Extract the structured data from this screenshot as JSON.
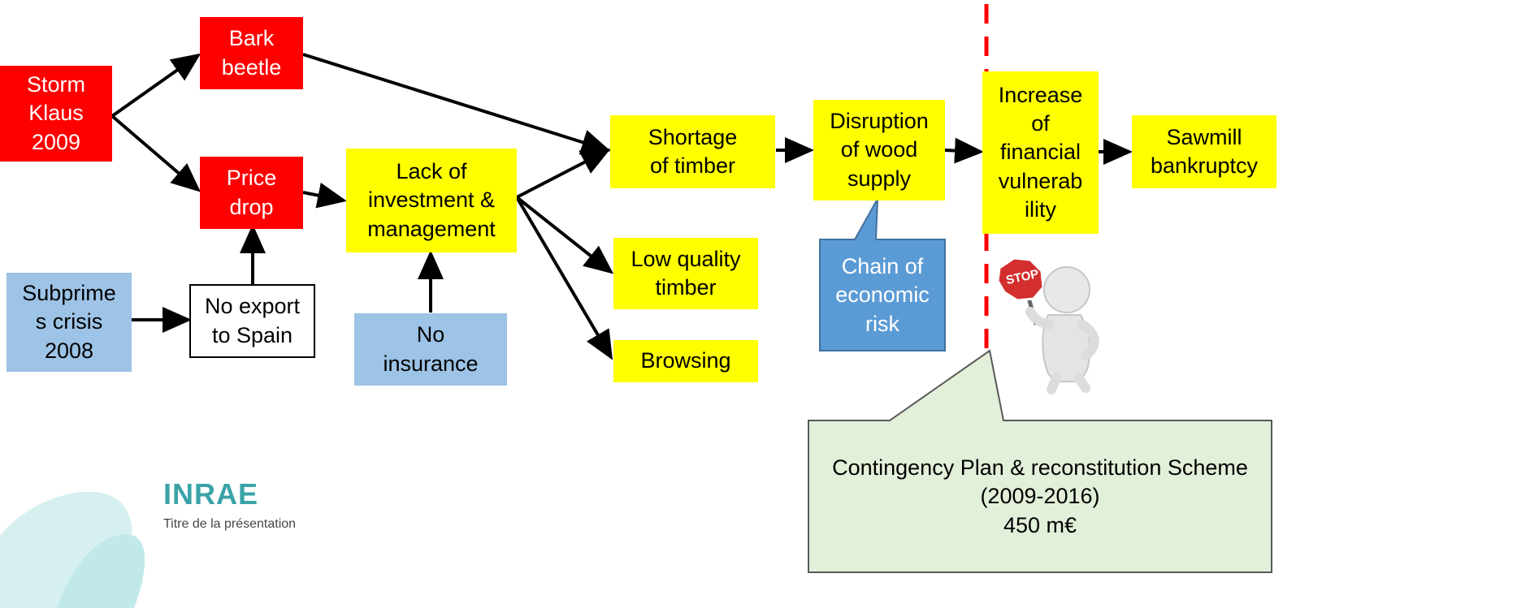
{
  "nodes": {
    "storm": "Storm\nKlaus\n2009",
    "bark_beetle": "Bark\nbeetle",
    "price_drop": "Price\ndrop",
    "subprime": "Subprime\ns crisis\n2008",
    "no_export": "No export\nto Spain",
    "lack_investment": "Lack of\ninvestment &\nmanagement",
    "no_insurance": "No\ninsurance",
    "shortage": "Shortage\nof timber",
    "low_quality": "Low quality\ntimber",
    "browsing": "Browsing",
    "disruption": "Disruption\nof wood\nsupply",
    "increase": "Increase\nof\nfinancial\nvulnerab\nility",
    "sawmill": "Sawmill\nbankruptcy"
  },
  "callouts": {
    "chain": "Chain of\neconomic\nrisk",
    "contingency": "Contingency Plan & reconstitution Scheme\n(2009-2016)\n450 m€"
  },
  "stop_sign": "STOP",
  "logo": {
    "brand": "INRAE",
    "subtitle": "Titre de la présentation"
  },
  "colors": {
    "red": "#ff0000",
    "yellow": "#ffff00",
    "light_blue": "#9dc3e6",
    "dark_blue": "#5b9bd5",
    "light_green": "#e2efd9",
    "logo_teal": "#3aa3a8"
  }
}
